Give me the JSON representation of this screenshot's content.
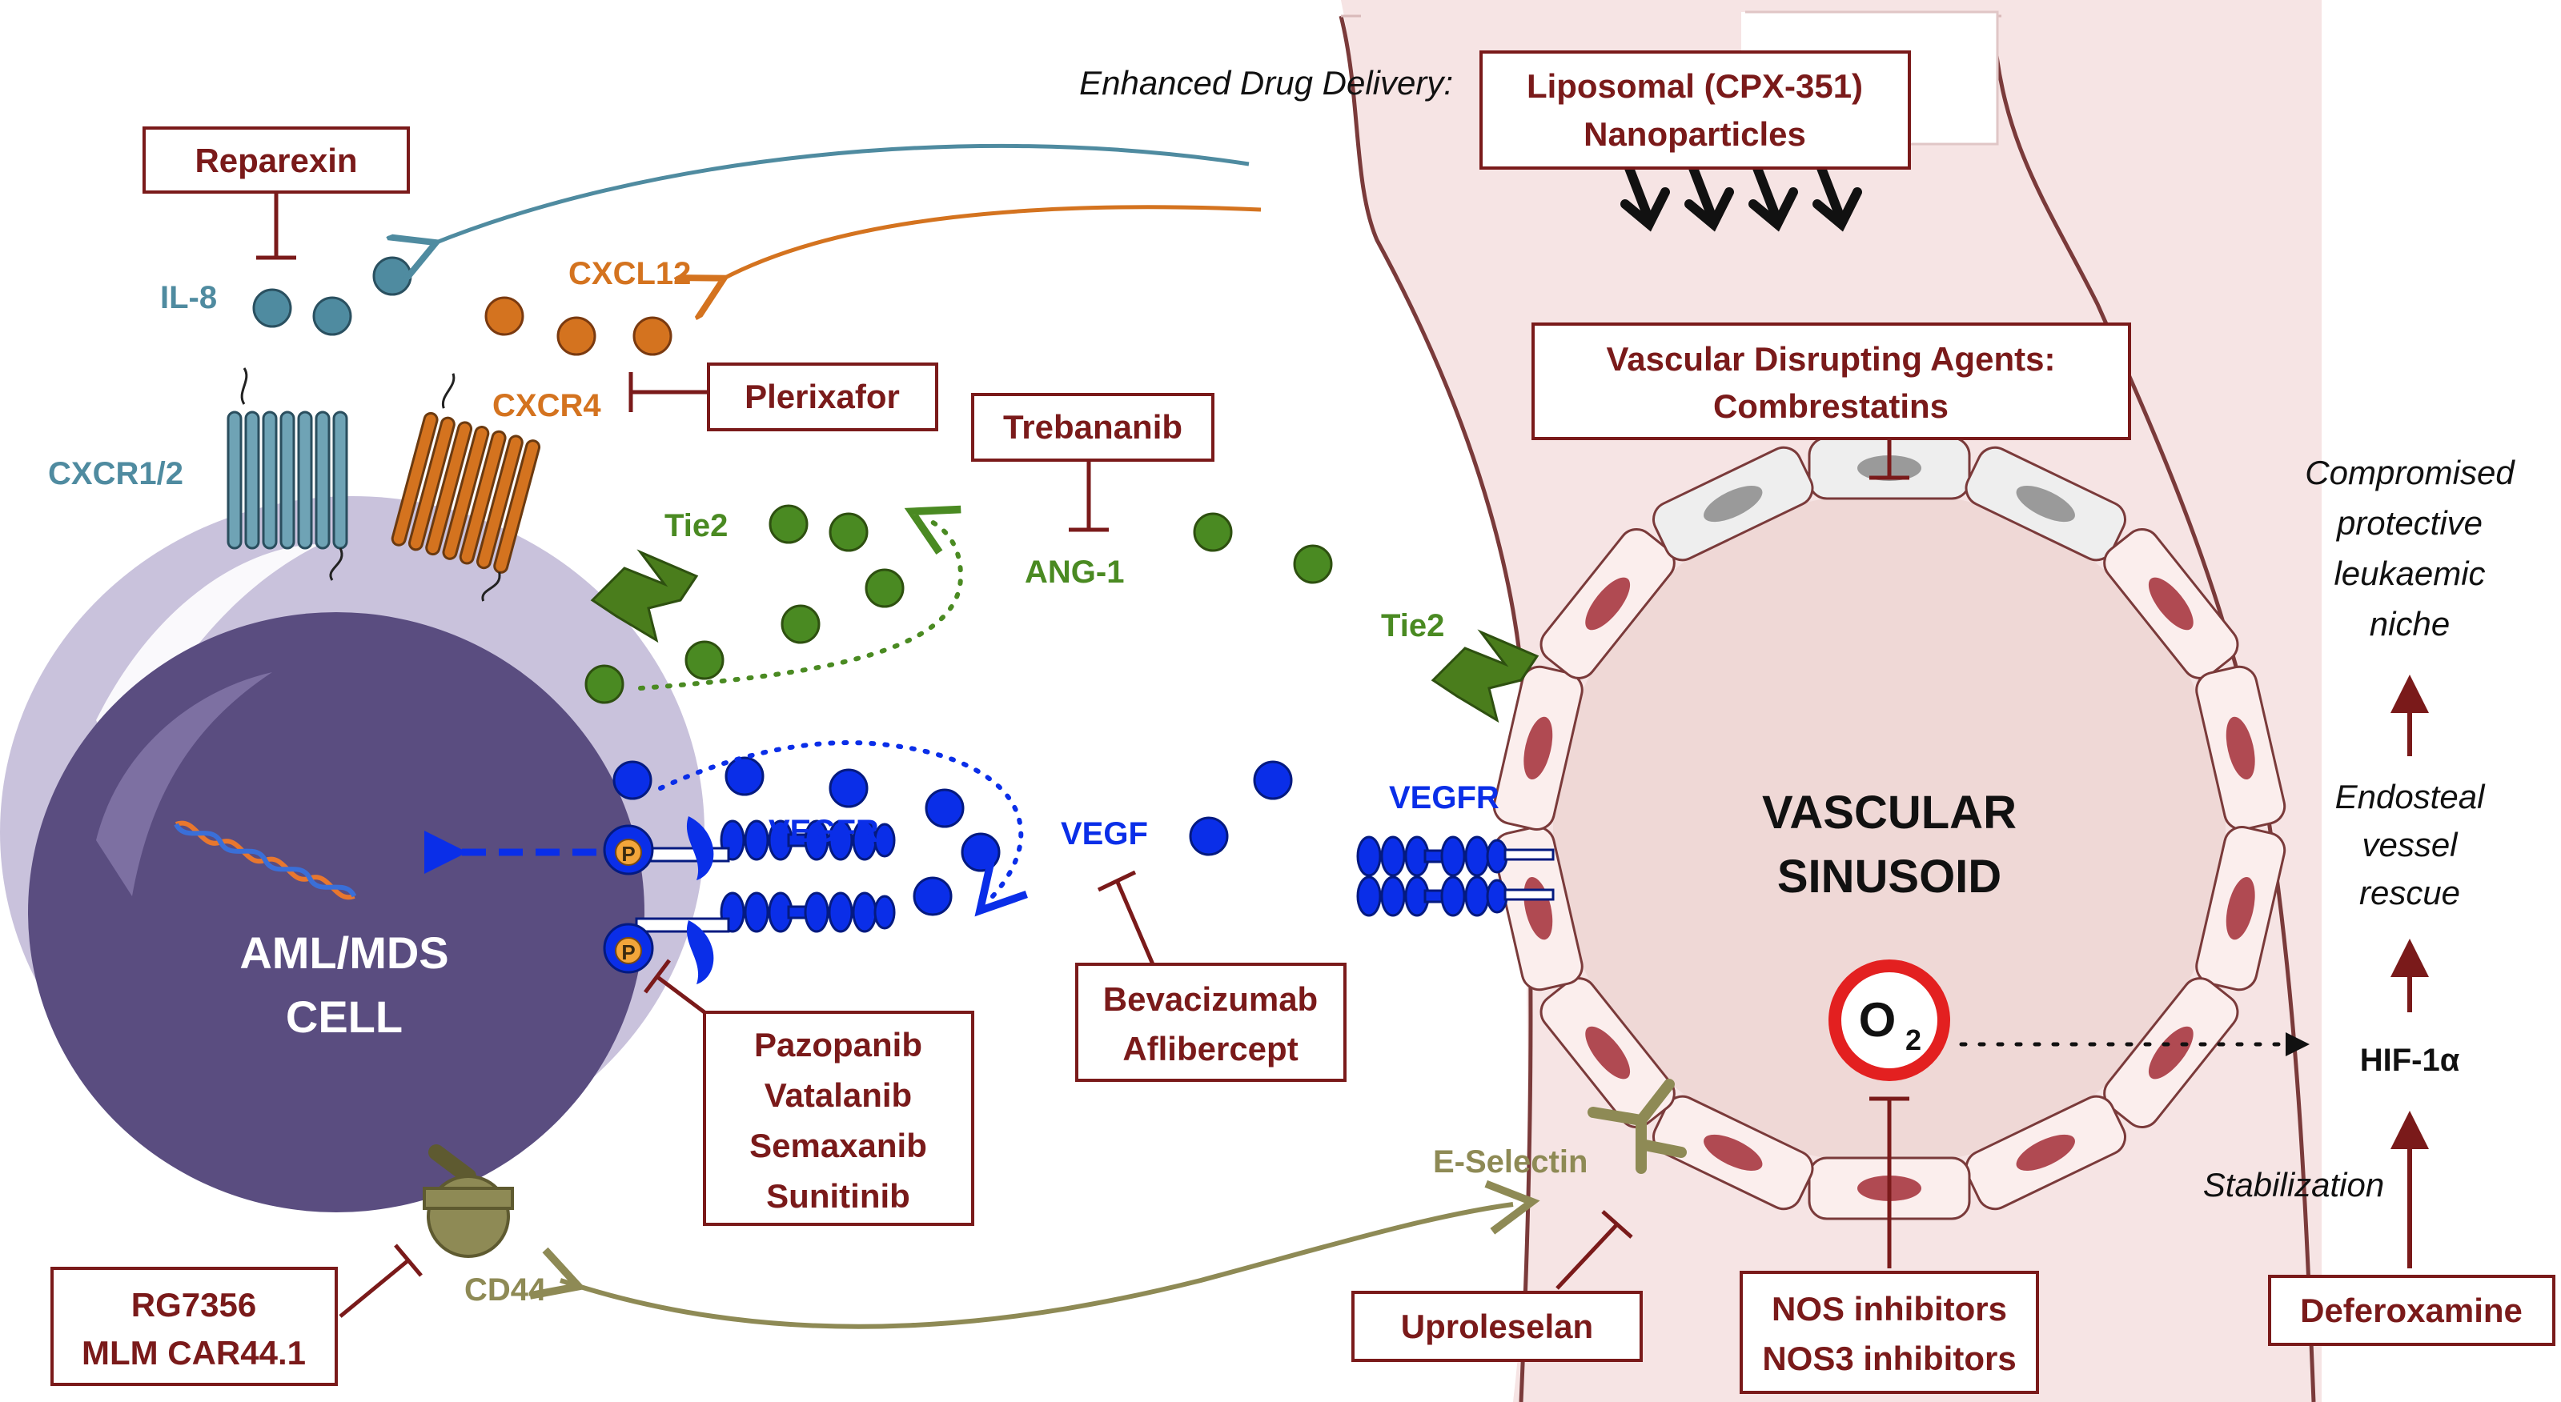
{
  "colors": {
    "drug": "#7a1a1a",
    "il8": "#4f8ba0",
    "cxcl12": "#d4731f",
    "ang1": "#4a8a22",
    "vegf": "#0a2ee8",
    "eselectin": "#8e8a55",
    "cell_outer": "#c9c2dc",
    "nucleus": "#5a4d80",
    "vessel": "#f3dede"
  },
  "header": {
    "enhanced_delivery": "Enhanced Drug Delivery:",
    "liposomal_line1": "Liposomal (CPX-351)",
    "liposomal_line2": "Nanoparticles"
  },
  "drugs": {
    "reparexin": "Reparexin",
    "plerixafor": "Plerixafor",
    "trebananib": "Trebananib",
    "vda_line1": "Vascular Disrupting Agents:",
    "vda_line2": "Combrestatins",
    "tki": [
      "Pazopanib",
      "Vatalanib",
      "Semaxanib",
      "Sunitinib"
    ],
    "anti_vegf": [
      "Bevacizumab",
      "Aflibercept"
    ],
    "cd44_ab": [
      "RG7356",
      "MLM CAR44.1"
    ],
    "uproleselan": "Uproleselan",
    "nos": [
      "NOS inhibitors",
      "NOS3 inhibitors"
    ],
    "deferoxamine": "Deferoxamine"
  },
  "labels": {
    "il8": "IL-8",
    "cxcl12": "CXCL12",
    "cxcr12": "CXCR1/2",
    "cxcr4": "CXCR4",
    "tie2_cell": "Tie2",
    "tie2_vessel": "Tie2",
    "ang1": "ANG-1",
    "vegfr_cell": "VEGFR",
    "vegfr_vessel": "VEGFR",
    "vegf": "VEGF",
    "cell_line1": "AML/MDS",
    "cell_line2": "CELL",
    "vessel_line1": "VASCULAR",
    "vessel_line2": "SINUSOID",
    "o2": "O",
    "o2_sub": "2",
    "hif": "HIF-1α",
    "eselectin": "E-Selectin",
    "cd44": "CD44",
    "phospho": "P",
    "stabilization": "Stabilization",
    "niche_lines": [
      "Compromised",
      "protective",
      "leukaemic",
      "niche"
    ],
    "rescue_lines": [
      "Endosteal",
      "vessel",
      "rescue"
    ]
  }
}
